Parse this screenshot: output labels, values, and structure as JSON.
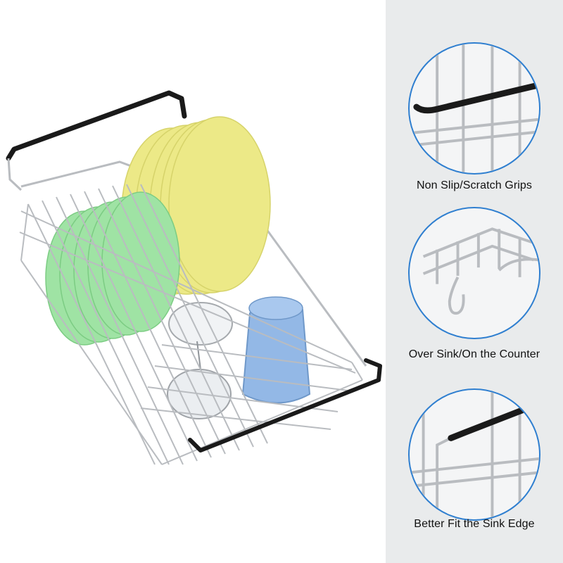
{
  "features": [
    {
      "caption": "Non Slip/Scratch Grips",
      "icon": "grip-closeup-icon"
    },
    {
      "caption": "Over Sink/On the Counter",
      "icon": "hook-closeup-icon"
    },
    {
      "caption": "Better Fit the Sink Edge",
      "icon": "edge-closeup-icon"
    }
  ],
  "colors": {
    "panel_background": "#e9ebec",
    "circle_border": "#2f7fd0",
    "plate_yellow": "#ece987",
    "plate_green": "#9fe3a4",
    "cup_blue": "#93b8e6",
    "wire_steel": "#b9bcc0",
    "grip_black": "#1a1a1a"
  }
}
